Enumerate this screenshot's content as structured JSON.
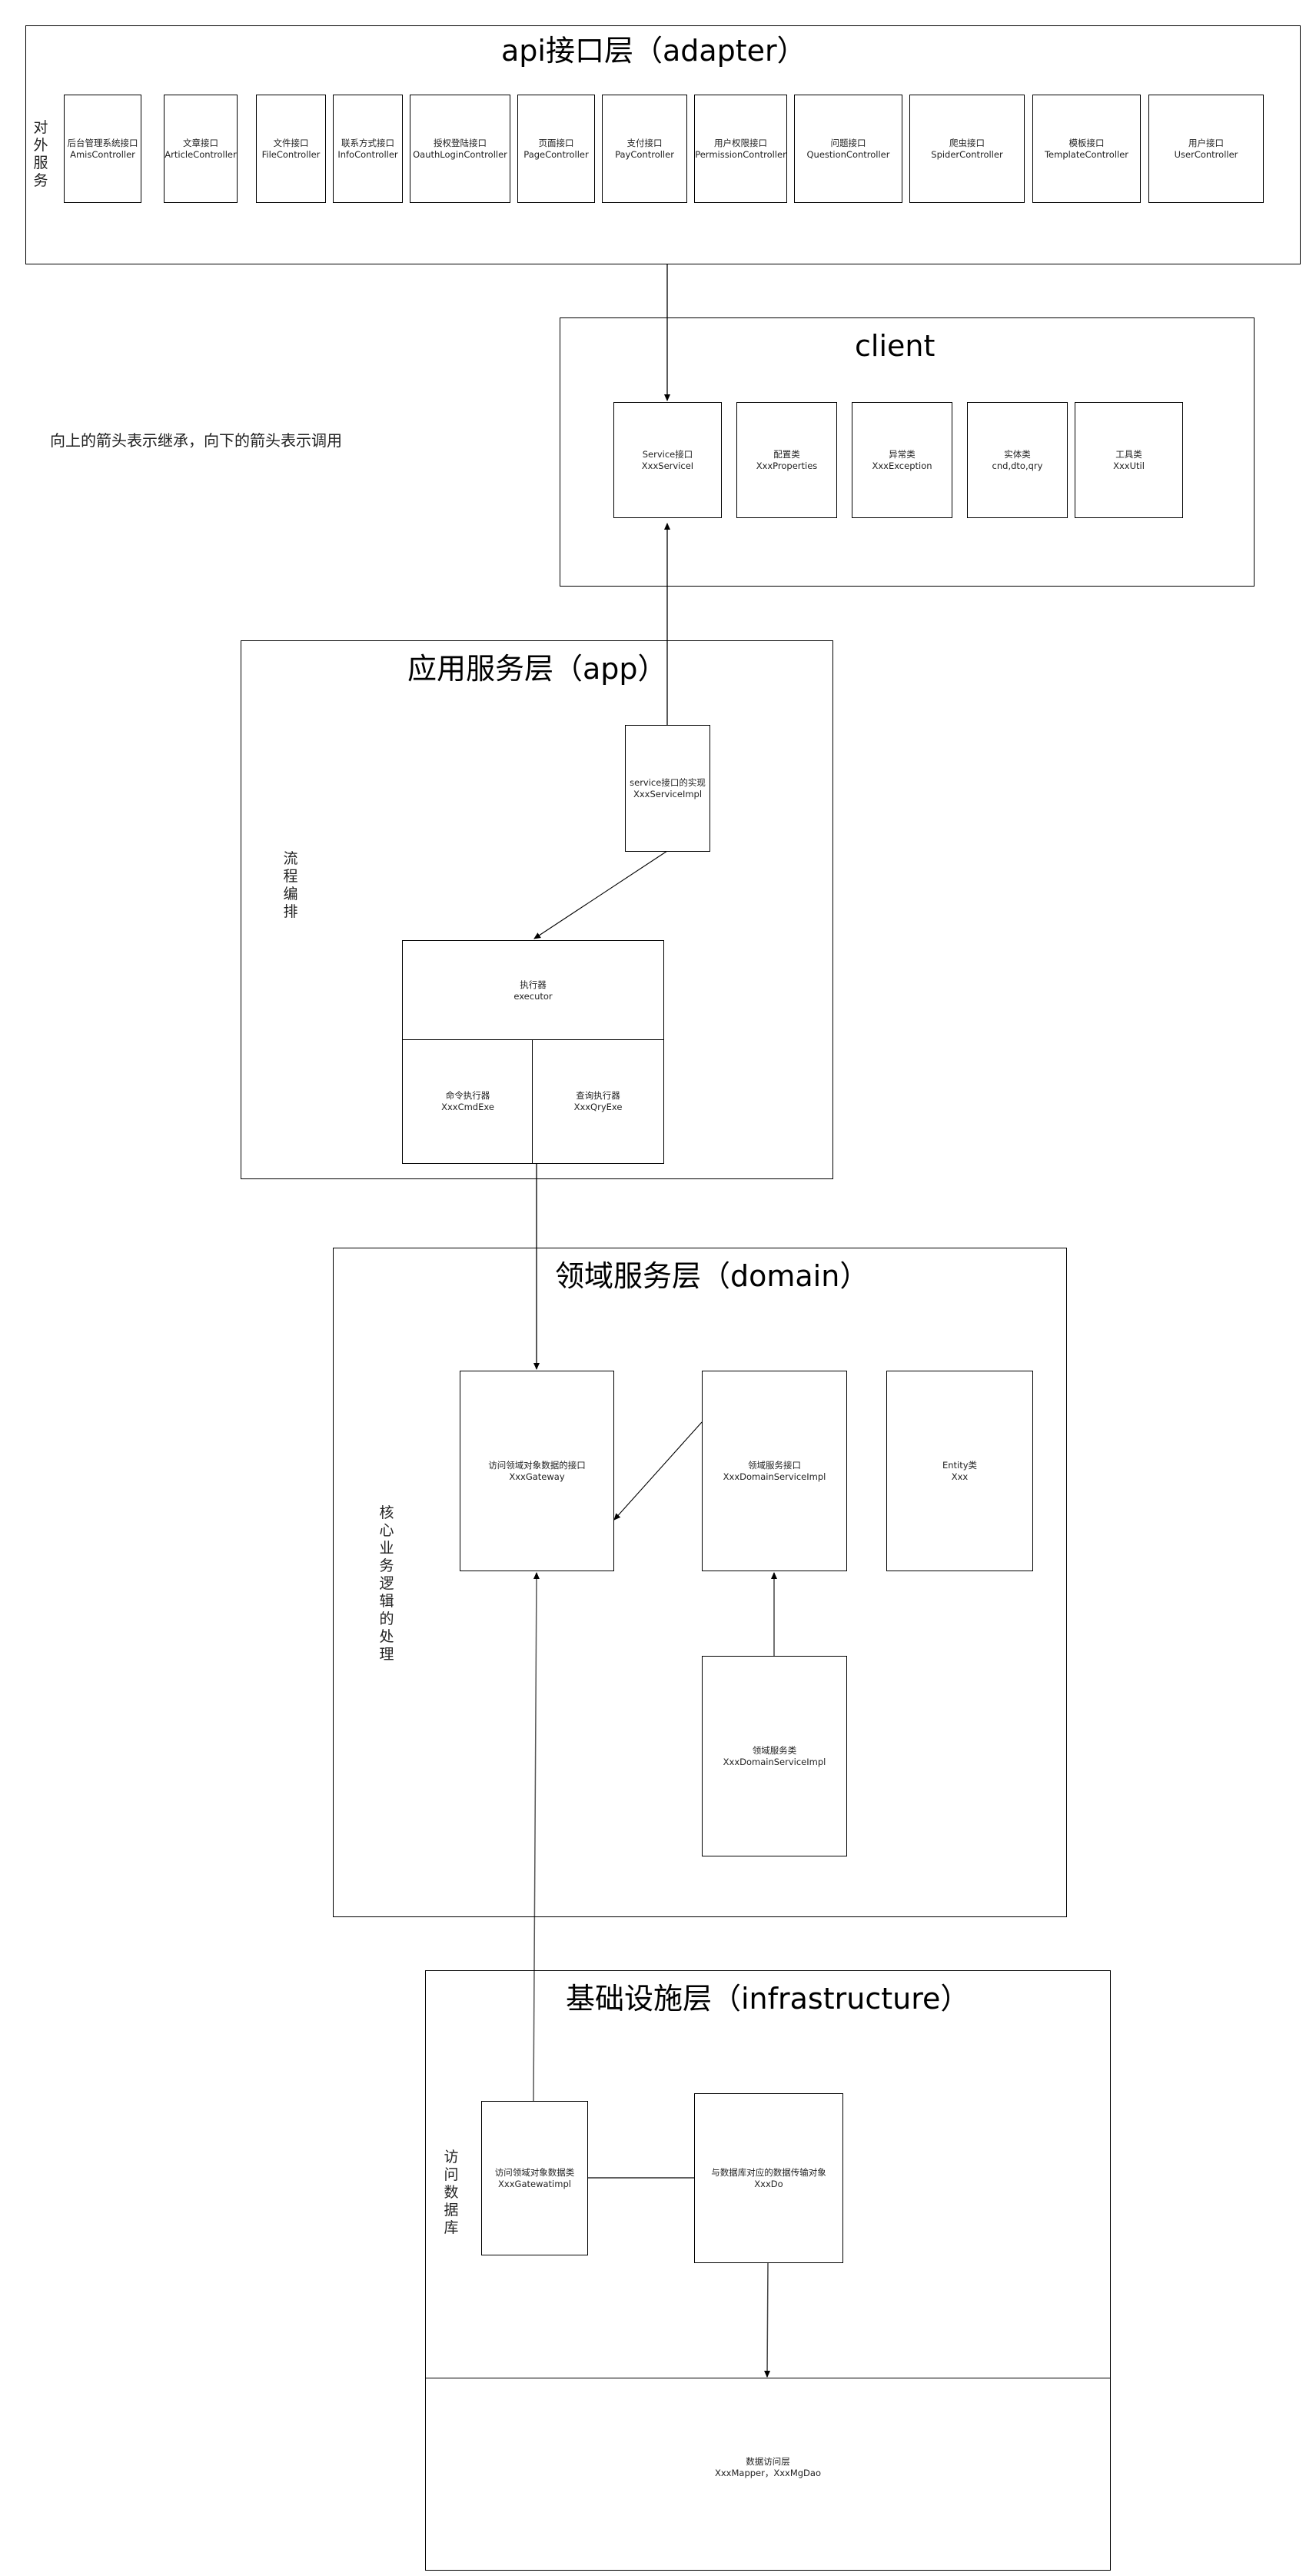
{
  "note": "向上的箭头表示继承，向下的箭头表示调用",
  "adapter": {
    "title": "api接口层（adapter）",
    "side_label": "对外服务",
    "controllers": [
      {
        "cn": "后台管理系统接口",
        "en": "AmisController"
      },
      {
        "cn": "文章接口",
        "en": "ArticleController"
      },
      {
        "cn": "文件接口",
        "en": "FileController"
      },
      {
        "cn": "联系方式接口",
        "en": "InfoController"
      },
      {
        "cn": "授权登陆接口",
        "en": "OauthLoginController"
      },
      {
        "cn": "页面接口",
        "en": "PageController"
      },
      {
        "cn": "支付接口",
        "en": "PayController"
      },
      {
        "cn": "用户权限接口",
        "en": "PermissionController"
      },
      {
        "cn": "问题接口",
        "en": "QuestionController"
      },
      {
        "cn": "爬虫接口",
        "en": "SpiderController"
      },
      {
        "cn": "模板接口",
        "en": "TemplateController"
      },
      {
        "cn": "用户接口",
        "en": "UserController"
      }
    ]
  },
  "client": {
    "title": "client",
    "items": [
      {
        "cn": "Service接口",
        "en": "XxxServiceI"
      },
      {
        "cn": "配置类",
        "en": "XxxProperties"
      },
      {
        "cn": "异常类",
        "en": "XxxException"
      },
      {
        "cn": "实体类",
        "en": "cnd,dto,qry"
      },
      {
        "cn": "工具类",
        "en": "XxxUtil"
      }
    ]
  },
  "app": {
    "title": "应用服务层（app）",
    "side_label": "流程编排",
    "service_impl": {
      "cn": "service接口的实现",
      "en": "XxxServiceImpl"
    },
    "executor": {
      "cn": "执行器",
      "en": "executor"
    },
    "cmd_exe": {
      "cn": "命令执行器",
      "en": "XxxCmdExe"
    },
    "qry_exe": {
      "cn": "查询执行器",
      "en": "XxxQryExe"
    }
  },
  "domain": {
    "title": "领域服务层（domain）",
    "side_label": "核心业务逻辑的处理",
    "gateway": {
      "cn": "访问领域对象数据的接口",
      "en": "XxxGateway"
    },
    "domain_service_interface": {
      "cn": "领域服务接口",
      "en": "XxxDomainServiceImpl"
    },
    "entity": {
      "cn": "Entity类",
      "en": "Xxx"
    },
    "domain_service_class": {
      "cn": "领域服务类",
      "en": "XxxDomainServiceImpl"
    }
  },
  "infrastructure": {
    "title": "基础设施层（infrastructure）",
    "side_label": "访问数据库",
    "gateway_impl": {
      "cn": "访问领域对象数据类",
      "en": "XxxGatewatimpl"
    },
    "data_object": {
      "cn": "与数据库对应的数据传输对象",
      "en": "XxxDo"
    },
    "data_access": {
      "cn": "数据访问层",
      "en": "XxxMapper，XxxMgDao"
    }
  }
}
